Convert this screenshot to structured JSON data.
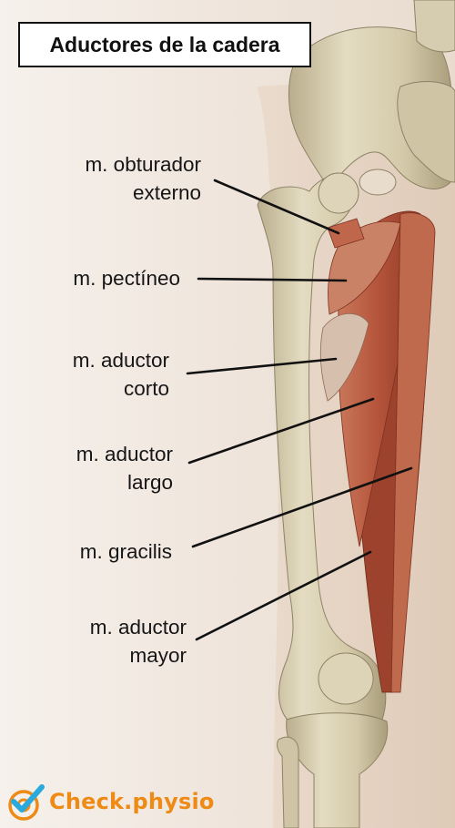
{
  "title": "Aductores de la cadera",
  "labels": {
    "obturador": [
      "m. obturador",
      "externo"
    ],
    "pectineo": [
      "m. pectíneo"
    ],
    "aductor_corto": [
      "m. aductor",
      "corto"
    ],
    "aductor_largo": [
      "m. aductor",
      "largo"
    ],
    "gracilis": [
      "m. gracilis"
    ],
    "aductor_mayor": [
      "m. aductor",
      "mayor"
    ]
  },
  "logo": {
    "text": "Check.physio",
    "icon": "checkmark-target-icon"
  },
  "colors": {
    "brand": "#ee8a16",
    "muscle": "#b8573a",
    "bone": "#d9d0b4",
    "leader": "#111111"
  }
}
